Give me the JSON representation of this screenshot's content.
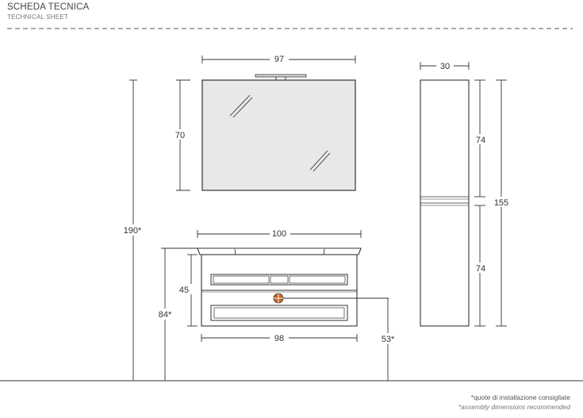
{
  "header": {
    "title": "SCHEDA TECNICA",
    "subtitle": "TECHNICAL SHEET"
  },
  "dimensions": {
    "mirror_width": "97",
    "mirror_height": "70",
    "total_height": "190*",
    "cabinet_width": "100",
    "cabinet_height": "45",
    "cabinet_floor_height": "84*",
    "cabinet_inner_width": "98",
    "siphon_height": "53*",
    "column_width": "30",
    "column_upper": "74",
    "column_lower": "74",
    "column_total": "155"
  },
  "notes": {
    "line1": "*quote di installazione consigliate",
    "line2": "*assembly dimensions recommended"
  }
}
